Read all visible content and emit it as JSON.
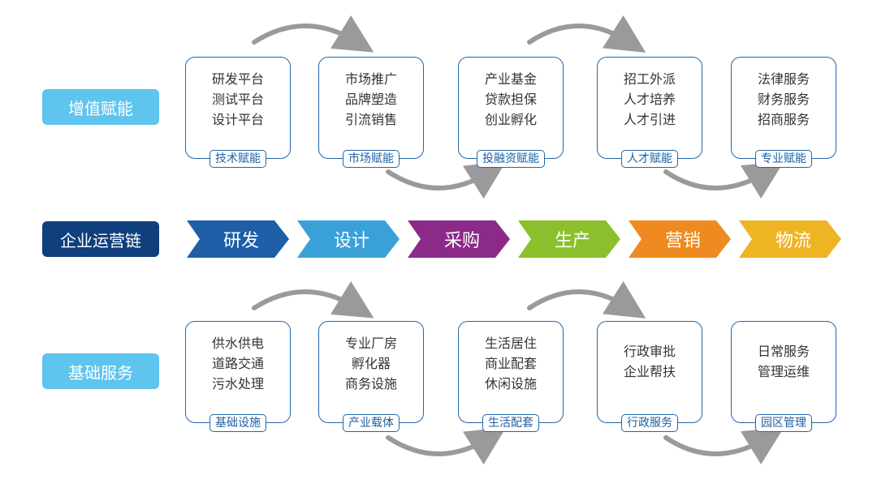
{
  "sides": {
    "value_added": "增值赋能",
    "operation_chain": "企业运营链",
    "basic_service": "基础服务"
  },
  "top_cards": [
    {
      "lines": [
        "研发平台",
        "测试平台",
        "设计平台"
      ],
      "tag": "技术赋能"
    },
    {
      "lines": [
        "市场推广",
        "品牌塑造",
        "引流销售"
      ],
      "tag": "市场赋能"
    },
    {
      "lines": [
        "产业基金",
        "贷款担保",
        "创业孵化"
      ],
      "tag": "投融资赋能"
    },
    {
      "lines": [
        "招工外派",
        "人才培养",
        "人才引进"
      ],
      "tag": "人才赋能"
    },
    {
      "lines": [
        "法律服务",
        "财务服务",
        "招商服务"
      ],
      "tag": "专业赋能"
    }
  ],
  "chain": [
    {
      "label": "研发",
      "color": "#1e5fa8"
    },
    {
      "label": "设计",
      "color": "#3aa0d8"
    },
    {
      "label": "采购",
      "color": "#8c2a8a"
    },
    {
      "label": "生产",
      "color": "#8bbf2c"
    },
    {
      "label": "营销",
      "color": "#ee8a1f"
    },
    {
      "label": "物流",
      "color": "#efb424"
    }
  ],
  "bottom_cards": [
    {
      "lines": [
        "供水供电",
        "道路交通",
        "污水处理"
      ],
      "tag": "基础设施"
    },
    {
      "lines": [
        "专业厂房",
        "孵化器",
        "商务设施"
      ],
      "tag": "产业载体"
    },
    {
      "lines": [
        "生活居住",
        "商业配套",
        "休闲设施"
      ],
      "tag": "生活配套"
    },
    {
      "lines": [
        "行政审批",
        "企业帮扶"
      ],
      "tag": "行政服务"
    },
    {
      "lines": [
        "日常服务",
        "管理运维"
      ],
      "tag": "园区管理"
    }
  ],
  "colors": {
    "side_light": "#5fc4ee",
    "side_dark": "#0f3f7c",
    "card_border": "#2266a8",
    "arc": "#9a9a9a"
  }
}
